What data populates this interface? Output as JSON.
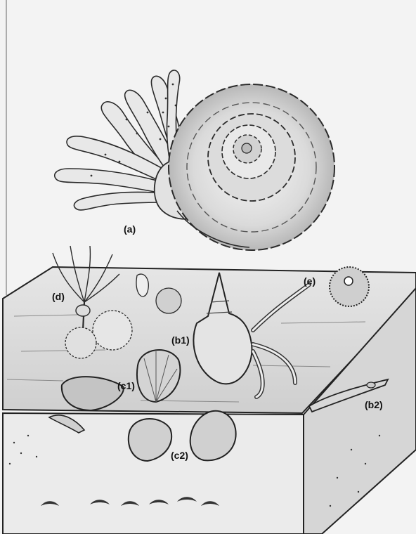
{
  "labels": {
    "a": "(a)",
    "b1": "(b1)",
    "b2": "(b2)",
    "c1": "(c1)",
    "c2": "(c2)",
    "d": "(d)",
    "e": "(e)"
  },
  "colors": {
    "paper": "#f3f3f3",
    "pencil": "#2a2a2a",
    "shade": "#9a9a9a"
  }
}
